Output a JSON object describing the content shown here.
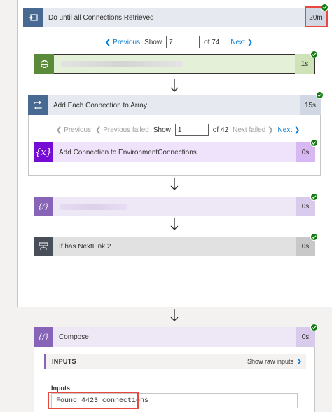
{
  "colors": {
    "loop": "#486991",
    "loop_header_bg": "#e6e9ef",
    "http": "#5a8a3a",
    "http_header_bg": "#e5f0d9",
    "variable": "#770bd6",
    "variable_header_bg": "#efe3fb",
    "compose": "#8764b8",
    "compose_header_bg": "#ede7f6",
    "condition": "#484f58",
    "condition_header_bg": "#e1e1e1",
    "success": "#107c10",
    "highlight": "#e8483f",
    "link": "#0078d4"
  },
  "do_until": {
    "icon": "loop-icon",
    "title": "Do until all Connections Retrieved",
    "duration": "20m",
    "pager": {
      "previous": "Previous",
      "show": "Show",
      "page": "7",
      "of": "of 74",
      "next": "Next"
    }
  },
  "http_step": {
    "icon": "globe-icon",
    "duration": "1s"
  },
  "apply_each": {
    "icon": "loop-icon",
    "title": "Add Each Connection to Array",
    "duration": "15s",
    "pager": {
      "previous": "Previous",
      "previous_failed": "Previous failed",
      "show": "Show",
      "page": "1",
      "of": "of 42",
      "next_failed": "Next failed",
      "next": "Next"
    },
    "inner_step": {
      "icon": "variable-icon",
      "title": "Add Connection to EnvironmentConnections",
      "duration": "0s"
    }
  },
  "blurred_step": {
    "icon": "compose-icon",
    "duration": "0s"
  },
  "condition_step": {
    "icon": "condition-icon",
    "title": "If has NextLink 2",
    "duration": "0s"
  },
  "compose": {
    "icon": "compose-icon",
    "title": "Compose",
    "duration": "0s",
    "inputs_header": "INPUTS",
    "show_raw": "Show raw inputs",
    "inputs_label": "Inputs",
    "inputs_value": "Found 4423 connections"
  }
}
